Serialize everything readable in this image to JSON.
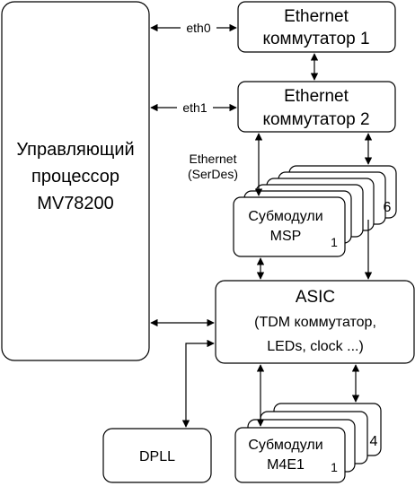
{
  "blocks": {
    "cpu": [
      "Управляющий",
      "процессор",
      "MV78200"
    ],
    "switch1": [
      "Ethernet",
      "коммутатор 1"
    ],
    "switch2": [
      "Ethernet",
      "коммутатор 2"
    ],
    "msp": [
      "Субмодули",
      "MSP"
    ],
    "msp_first_index": "1",
    "msp_last_index": "6",
    "asic": [
      "ASIC",
      "(TDM коммутатор,",
      "LEDs, clock ...)"
    ],
    "dpll": "DPLL",
    "m4e1": [
      "Субмодули",
      "M4E1"
    ],
    "m4e1_first_index": "1",
    "m4e1_last_index": "4"
  },
  "links": {
    "eth0": "eth0",
    "eth1": "eth1",
    "serdes": [
      "Ethernet",
      "(SerDes)"
    ]
  }
}
